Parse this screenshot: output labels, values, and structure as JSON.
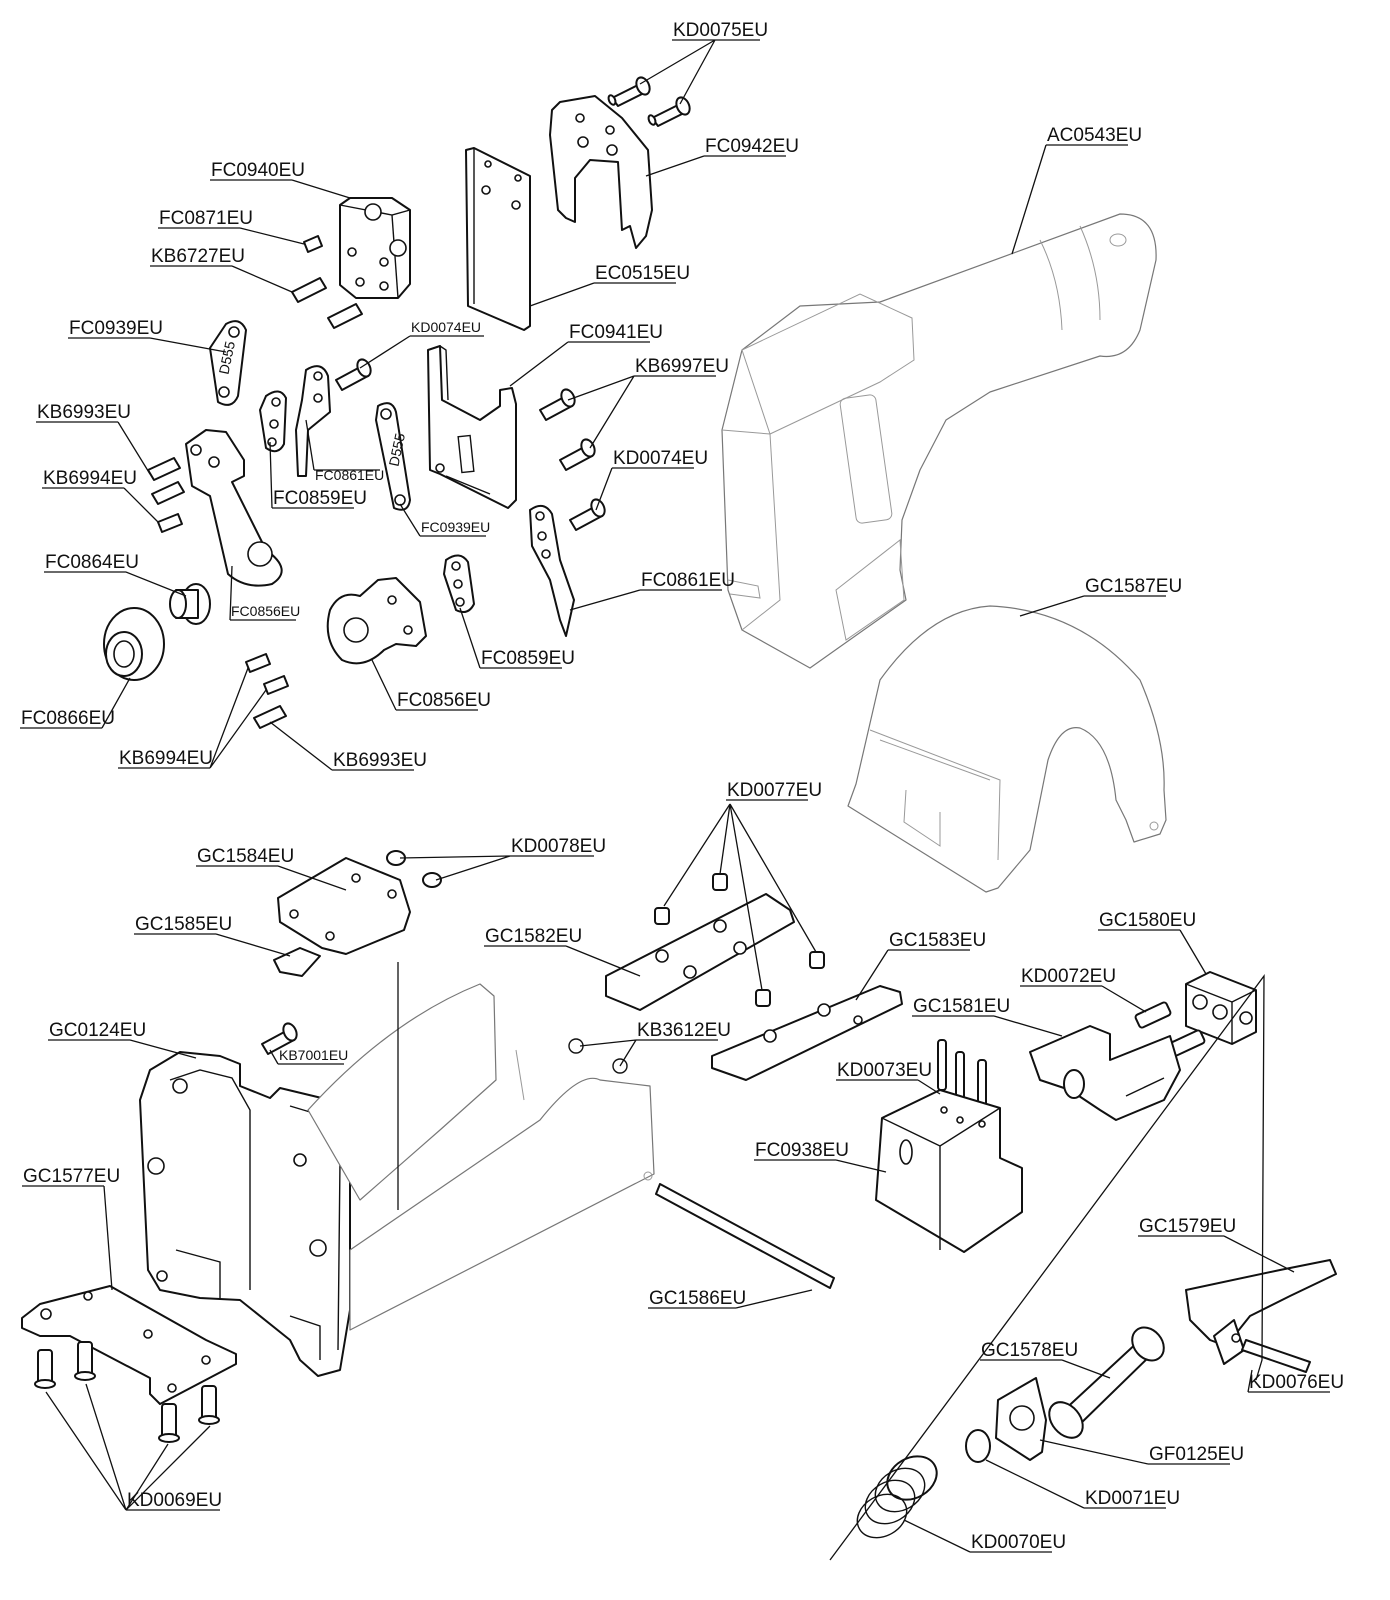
{
  "parts": {
    "p1": "KD0075EU",
    "p2": "FC0942EU",
    "p3": "AC0543EU",
    "p4": "FC0940EU",
    "p5": "FC0871EU",
    "p6": "KB6727EU",
    "p7": "EC0515EU",
    "p8": "FC0939EU",
    "p9": "KD0074EU",
    "p10": "FC0941EU",
    "p11": "KB6997EU",
    "p12": "KB6993EU",
    "p13": "FC0861EU",
    "p14": "KB6994EU",
    "p15": "FC0859EU",
    "p16": "KD0074EU",
    "p17": "FC0939EU",
    "p18": "FC0864EU",
    "p19": "FC0861EU",
    "p20": "FC0856EU",
    "p21": "GC1587EU",
    "p22": "FC0859EU",
    "p23": "FC0866EU",
    "p24": "FC0856EU",
    "p25": "KB6994EU",
    "p26": "KB6993EU",
    "p27": "KD0077EU",
    "p28": "GC1584EU",
    "p29": "KD0078EU",
    "p30": "GC1585EU",
    "p31": "GC1582EU",
    "p32": "GC1583EU",
    "p33": "GC1580EU",
    "p34": "KD0072EU",
    "p35": "GC0124EU",
    "p36": "KB3612EU",
    "p37": "GC1581EU",
    "p38": "KB7001EU",
    "p39": "KD0073EU",
    "p40": "FC0938EU",
    "p41": "GC1577EU",
    "p42": "GC1579EU",
    "p43": "GC1586EU",
    "p44": "GC1578EU",
    "p45": "KD0076EU",
    "p46": "GF0125EU",
    "p47": "KD0071EU",
    "p48": "KD0069EU",
    "p49": "KD0070EU"
  },
  "markings": {
    "link_engraving": "D555"
  }
}
